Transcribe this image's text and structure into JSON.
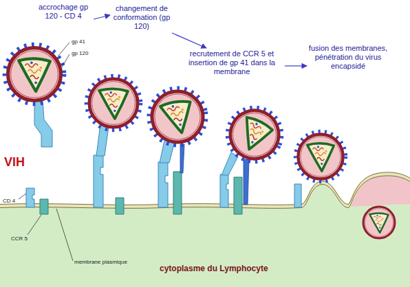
{
  "diagram": {
    "labels": [
      "accrochage gp 120 - CD 4",
      "changement de conformation (gp 120)",
      "recrutement de CCR 5 et insertion de gp 41 dans la membrane",
      "fusion des membranes, pénétration du virus encapsidé",
      "VIH",
      "gp 41",
      "gp 120",
      "CD 4",
      "CCR 5",
      "membrane plasmique",
      "cytoplasme du Lymphocyte"
    ]
  }
}
